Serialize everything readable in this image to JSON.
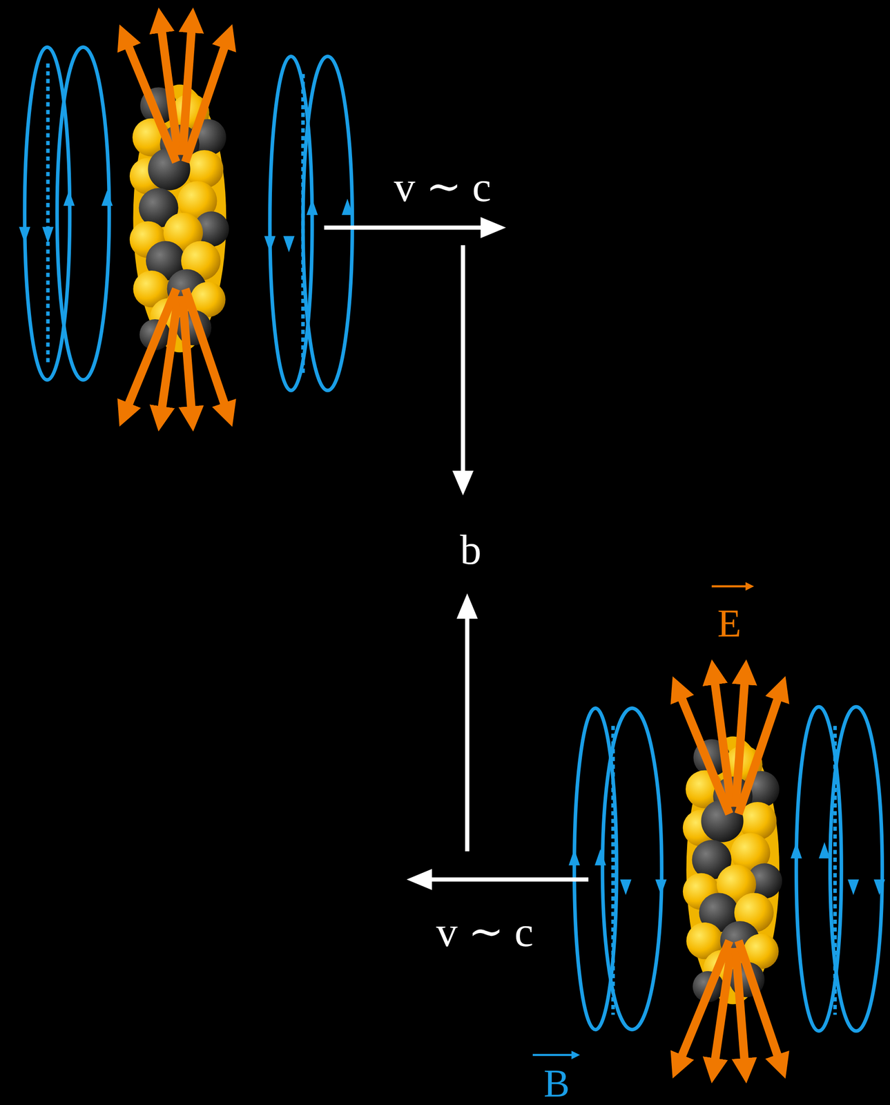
{
  "diagram": {
    "labels": [
      "v ∼ c",
      "b",
      "E",
      "v ∼ c",
      "B"
    ]
  }
}
